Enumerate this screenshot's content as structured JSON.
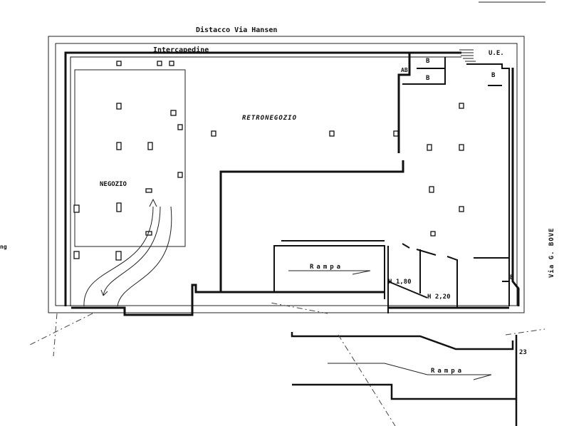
{
  "plan": {
    "top_street": "Distacco Via Hansen",
    "right_street": "Via G. BOVE",
    "cavity": "Intercapedine",
    "shop": "NEGOZIO",
    "back_shop": "RETRONEGOZIO",
    "emergency_exit": "U.E.",
    "bathroom_labels": [
      "B",
      "B",
      "B",
      "B"
    ],
    "antibath": "AB",
    "ramp_upper": "Rampa",
    "ramp_lower": "Rampa",
    "height_1": "H 1,80",
    "height_2": "H 2,20",
    "number_label": "23",
    "left_edge_fragment": "ng"
  }
}
